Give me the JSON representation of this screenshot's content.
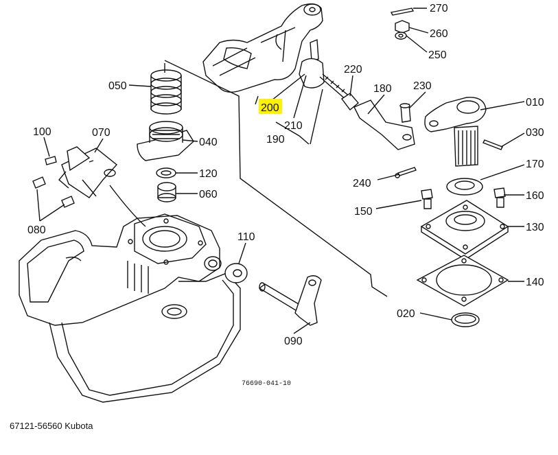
{
  "diagram": {
    "callouts": {
      "p270": "270",
      "p260": "260",
      "p250": "250",
      "p220": "220",
      "p180": "180",
      "p230": "230",
      "p010": "010",
      "p030": "030",
      "p170": "170",
      "p160": "160",
      "p150": "150",
      "p130": "130",
      "p140": "140",
      "p020": "020",
      "p240": "240",
      "p200": "200",
      "p210": "210",
      "p190": "190",
      "p050": "050",
      "p040": "040",
      "p120": "120",
      "p060": "060",
      "p100": "100",
      "p070": "070",
      "p080": "080",
      "p110": "110",
      "p090": "090"
    },
    "highlighted_callout": "200",
    "highlight_color": "#fff200",
    "drawing_number": "76690-041-10"
  },
  "caption": "67121-56560 Kubota"
}
